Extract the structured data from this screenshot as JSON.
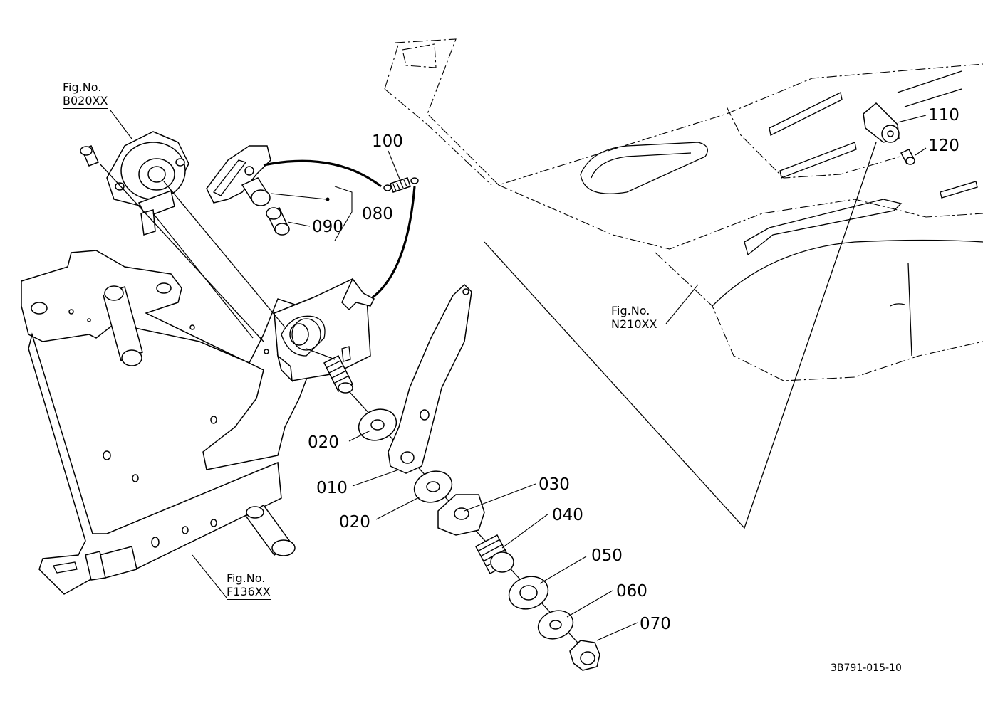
{
  "diagram": {
    "document_number": "3B791-015-10",
    "figure_references": [
      {
        "prefix": "Fig.No.",
        "ref": "B020XX"
      },
      {
        "prefix": "Fig.No.",
        "ref": "N210XX"
      },
      {
        "prefix": "Fig.No.",
        "ref": "F136XX"
      }
    ],
    "part_labels": {
      "p100": "100",
      "p080": "080",
      "p090": "090",
      "p110": "110",
      "p120": "120",
      "p020a": "020",
      "p010": "010",
      "p020b": "020",
      "p030": "030",
      "p040": "040",
      "p050": "050",
      "p060": "060",
      "p070": "070"
    }
  }
}
